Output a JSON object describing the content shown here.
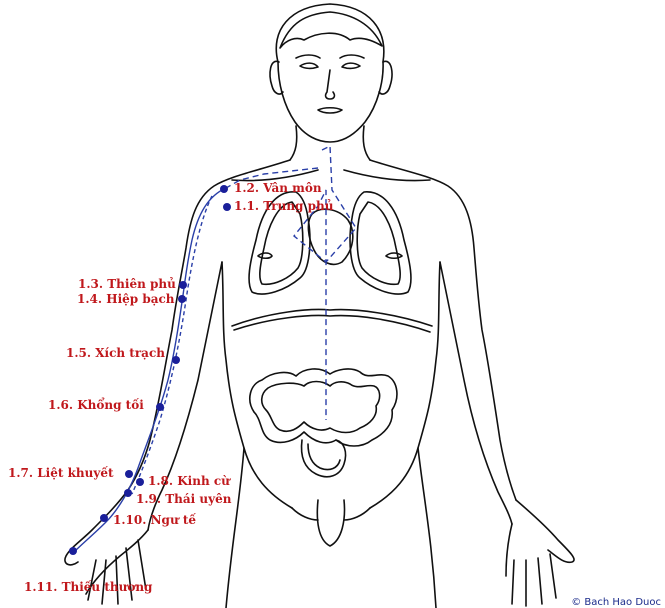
{
  "diagram": {
    "points": [
      {
        "id": "p-1-2",
        "text": "1.2. Vân môn"
      },
      {
        "id": "p-1-1",
        "text": "1.1. Trung phủ"
      },
      {
        "id": "p-1-3",
        "text": "1.3. Thiên phủ"
      },
      {
        "id": "p-1-4",
        "text": "1.4. Hiệp bạch"
      },
      {
        "id": "p-1-5",
        "text": "1.5. Xích trạch"
      },
      {
        "id": "p-1-6",
        "text": "1.6. Khổng tối"
      },
      {
        "id": "p-1-7",
        "text": "1.7. Liệt khuyết"
      },
      {
        "id": "p-1-8",
        "text": "1.8. Kinh cừ"
      },
      {
        "id": "p-1-9",
        "text": "1.9. Thái uyên"
      },
      {
        "id": "p-1-10",
        "text": "1.10. Ngư tế"
      },
      {
        "id": "p-1-11",
        "text": "1.11. Thiếu thương"
      }
    ],
    "credit": "© Bach Hao Duoc",
    "colors": {
      "line": "#111111",
      "meridian": "#2a3fa8",
      "point": "#1a1f9a",
      "label": "#c0181c"
    }
  }
}
